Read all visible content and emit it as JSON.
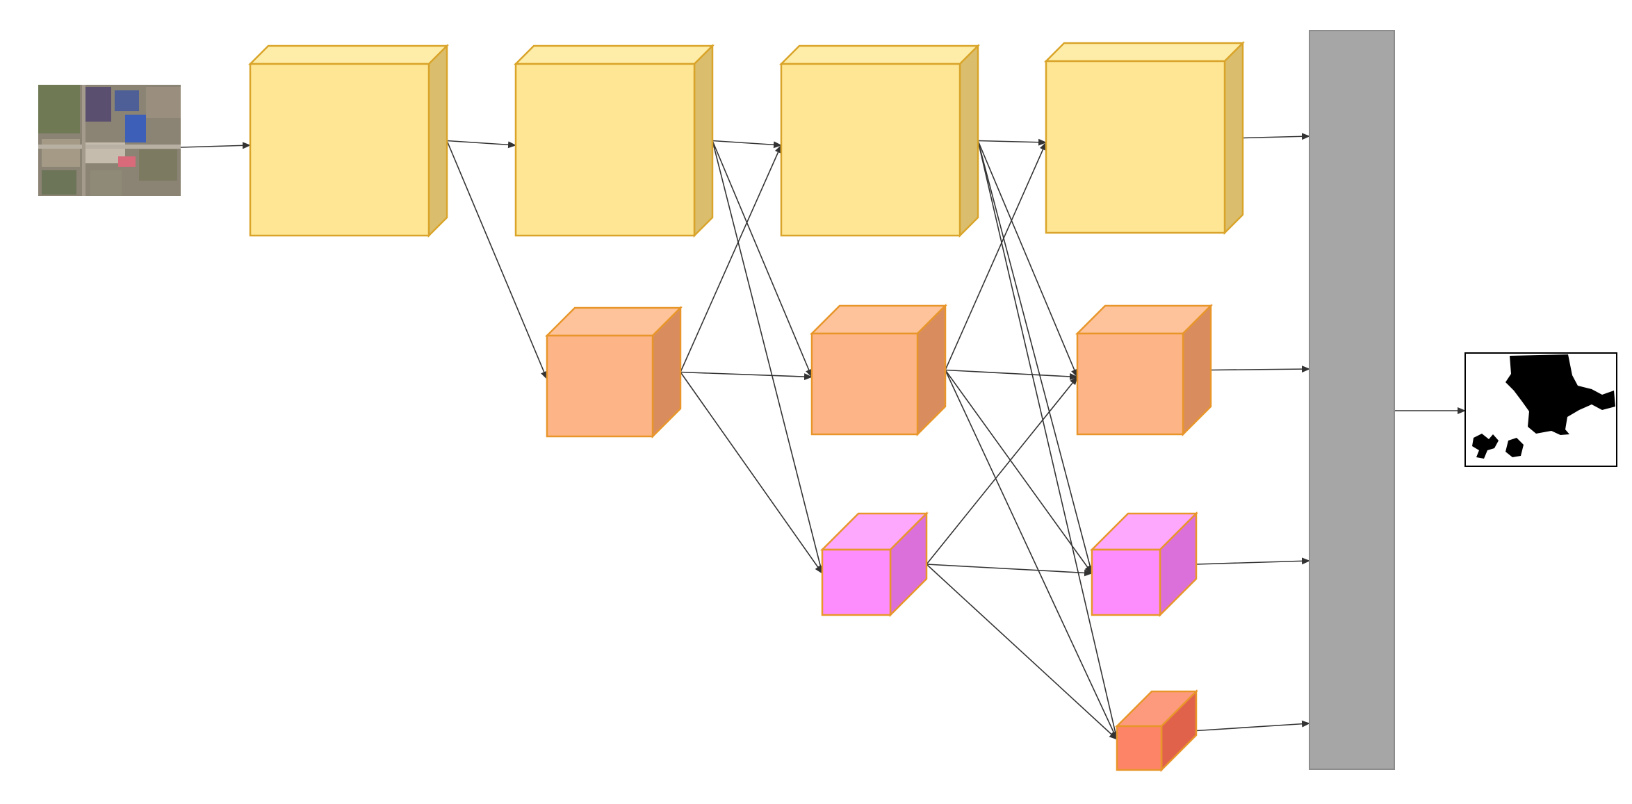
{
  "colors": {
    "stage1": {
      "front": "#FEE695",
      "top": "#FEEDA8",
      "side": "#DBBE6D",
      "stroke": "#D9A429"
    },
    "stage2": {
      "front": "#FDB587",
      "top": "#FEC39A",
      "side": "#D98D5F",
      "stroke": "#E8962A"
    },
    "stage3": {
      "front": "#FD8DFD",
      "top": "#FDA7FD",
      "side": "#DB70DB",
      "stroke": "#E8962A"
    },
    "stage4": {
      "front": "#FD8466",
      "top": "#FD9A7E",
      "side": "#E1624A",
      "stroke": "#E8962A"
    },
    "fusion_bar": "#A6A6A6",
    "arrow": "#333333"
  },
  "blocks": [
    {
      "id": "s1-b1",
      "stage": "stage1",
      "column": 1
    },
    {
      "id": "s1-b2",
      "stage": "stage1",
      "column": 2
    },
    {
      "id": "s1-b3",
      "stage": "stage1",
      "column": 3
    },
    {
      "id": "s1-b4",
      "stage": "stage1",
      "column": 4
    },
    {
      "id": "s2-b2",
      "stage": "stage2",
      "column": 2
    },
    {
      "id": "s2-b3",
      "stage": "stage2",
      "column": 3
    },
    {
      "id": "s2-b4",
      "stage": "stage2",
      "column": 4
    },
    {
      "id": "s3-b3",
      "stage": "stage3",
      "column": 3
    },
    {
      "id": "s3-b4",
      "stage": "stage3",
      "column": 4
    },
    {
      "id": "s4-b4",
      "stage": "stage4",
      "column": 4
    }
  ],
  "connections": [
    [
      "input-image",
      "s1-b1"
    ],
    [
      "s1-b1",
      "s1-b2"
    ],
    [
      "s1-b1",
      "s2-b2"
    ],
    [
      "s1-b2",
      "s1-b3"
    ],
    [
      "s1-b2",
      "s2-b3"
    ],
    [
      "s1-b2",
      "s3-b3"
    ],
    [
      "s2-b2",
      "s1-b3"
    ],
    [
      "s2-b2",
      "s2-b3"
    ],
    [
      "s2-b2",
      "s3-b3"
    ],
    [
      "s1-b3",
      "s1-b4"
    ],
    [
      "s1-b3",
      "s2-b4"
    ],
    [
      "s1-b3",
      "s3-b4"
    ],
    [
      "s1-b3",
      "s4-b4"
    ],
    [
      "s2-b3",
      "s1-b4"
    ],
    [
      "s2-b3",
      "s2-b4"
    ],
    [
      "s2-b3",
      "s3-b4"
    ],
    [
      "s2-b3",
      "s4-b4"
    ],
    [
      "s3-b3",
      "s2-b4"
    ],
    [
      "s3-b3",
      "s3-b4"
    ],
    [
      "s3-b3",
      "s4-b4"
    ],
    [
      "s1-b4",
      "fusion-bar"
    ],
    [
      "s2-b4",
      "fusion-bar"
    ],
    [
      "s3-b4",
      "fusion-bar"
    ],
    [
      "s4-b4",
      "fusion-bar"
    ],
    [
      "fusion-bar",
      "output-mask"
    ]
  ],
  "input_image": {
    "icon": "satellite-image"
  },
  "output_mask": {
    "icon": "segmentation-mask"
  }
}
